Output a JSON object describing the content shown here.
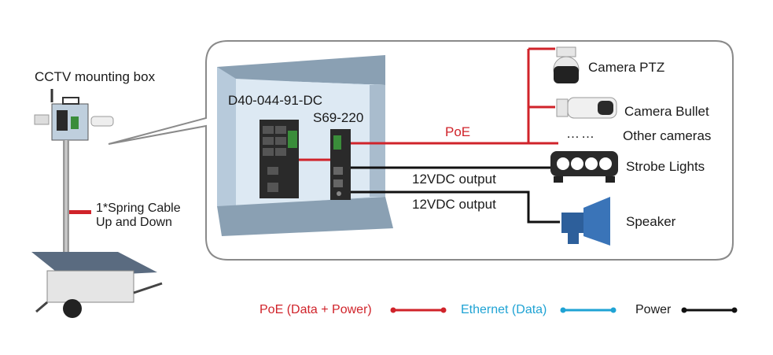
{
  "labels": {
    "mounting_box": "CCTV mounting box",
    "spring_cable_line1": "1*Spring Cable",
    "spring_cable_line2": "Up and Down",
    "switch_model": "D40-044-91-DC",
    "injector_model": "S69-220",
    "poe_link": "PoE",
    "output_1": "12VDC output",
    "output_2": "12VDC output",
    "camera_ptz": "Camera PTZ",
    "camera_bullet": "Camera Bullet",
    "other_cameras": "Other cameras",
    "dots": "……",
    "strobe_lights": "Strobe Lights",
    "speaker": "Speaker"
  },
  "legend": {
    "poe": "PoE (Data + Power)",
    "ethernet": "Ethernet (Data)",
    "power": "Power"
  },
  "colors": {
    "poe": "#d0232a",
    "ethernet": "#1fa3d4",
    "power": "#111111",
    "panel_border": "#8a8a8a",
    "cabinet_back": "#9fb2c2",
    "cabinet_glass": "#cfe0ee"
  }
}
